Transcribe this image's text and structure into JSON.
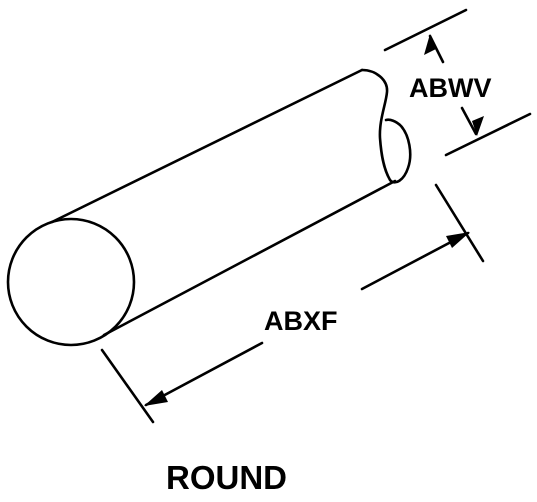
{
  "diagram": {
    "shape_name": "ROUND",
    "dimensions": {
      "diameter_label": "ABWV",
      "length_label": "ABXF"
    },
    "colors": {
      "line": "#000000",
      "background": "#ffffff"
    }
  }
}
